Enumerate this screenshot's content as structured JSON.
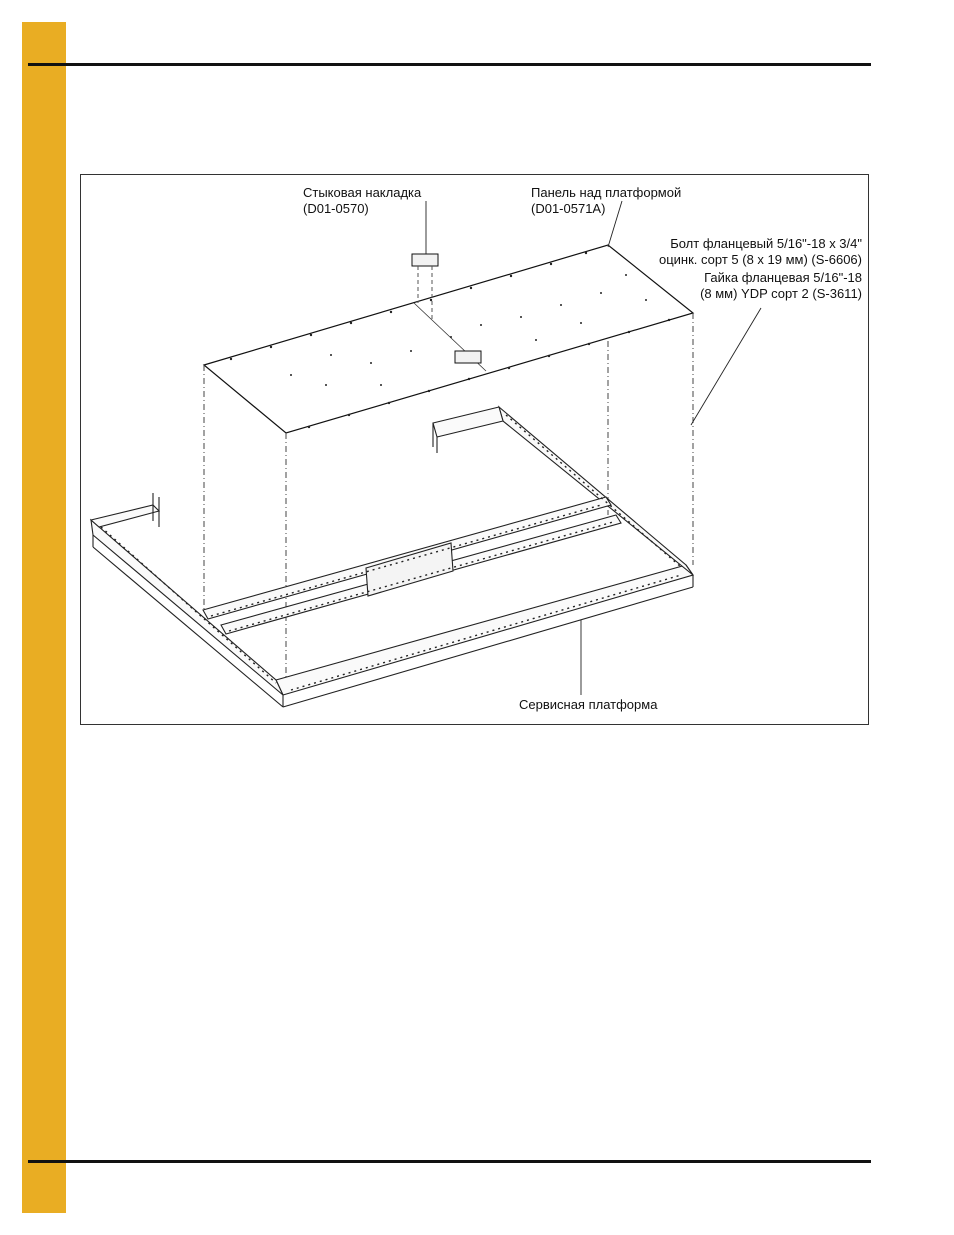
{
  "page": {
    "band_color": "#e9ad23",
    "rule_color": "#111111"
  },
  "figure": {
    "callouts": {
      "butt_plate": {
        "name": "Стыковая накладка",
        "code": "(D01-0570)"
      },
      "panel": {
        "name": "Панель над платформой",
        "code": "(D01-0571A)"
      },
      "bolt": {
        "line1": "Болт фланцевый 5/16\"-18 x 3/4\"",
        "line2": "оцинк. сорт 5 (8 x 19 мм) (S-6606)"
      },
      "nut": {
        "line1": "Гайка фланцевая 5/16\"-18",
        "line2": "(8 мм) YDP сорт 2 (S-3611)"
      },
      "platform": {
        "name": "Сервисная платформа"
      }
    }
  }
}
